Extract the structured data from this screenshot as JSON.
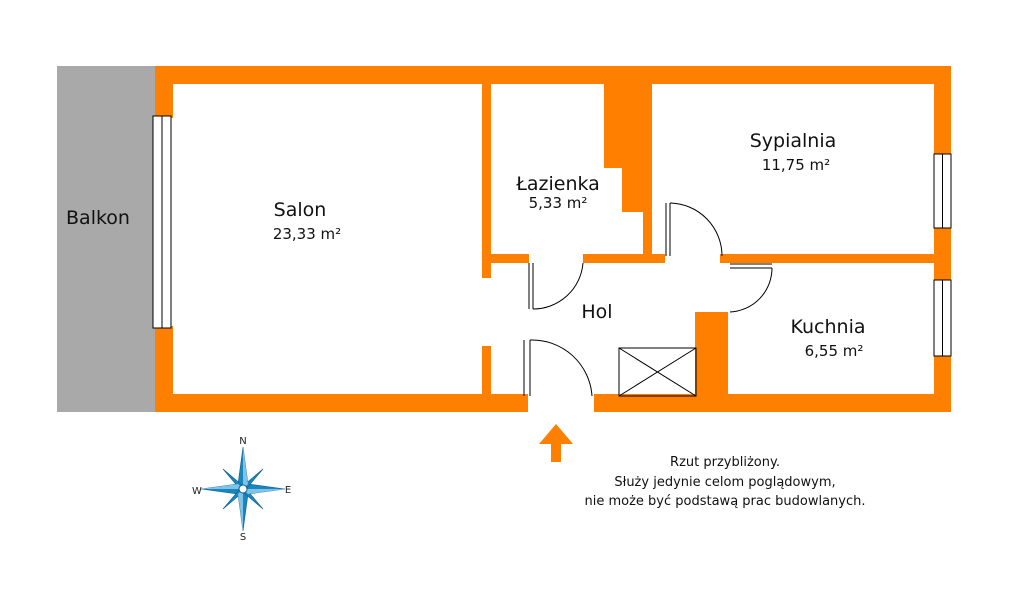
{
  "balcony": {
    "label": "Balkon"
  },
  "rooms": [
    {
      "id": "salon",
      "name": "Salon",
      "area": "23,33 m²"
    },
    {
      "id": "lazienka",
      "name": "Łazienka",
      "area": "5,33 m²"
    },
    {
      "id": "sypialnia",
      "name": "Sypialnia",
      "area": "11,75 m²"
    },
    {
      "id": "hol",
      "name": "Hol",
      "area": ""
    },
    {
      "id": "kuchnia",
      "name": "Kuchnia",
      "area": "6,55 m²"
    }
  ],
  "compass": {
    "n": "N",
    "s": "S",
    "e": "E",
    "w": "W"
  },
  "disclaimer": {
    "line1": "Rzut przybliżony.",
    "line2": "Służy jedynie celom poglądowym,",
    "line3": "nie może być podstawą prac budowlanych."
  },
  "colors": {
    "wall": "#ff7f00",
    "balcony": "#a9a9a9",
    "compass": "#1a86c0",
    "line": "#000000"
  }
}
